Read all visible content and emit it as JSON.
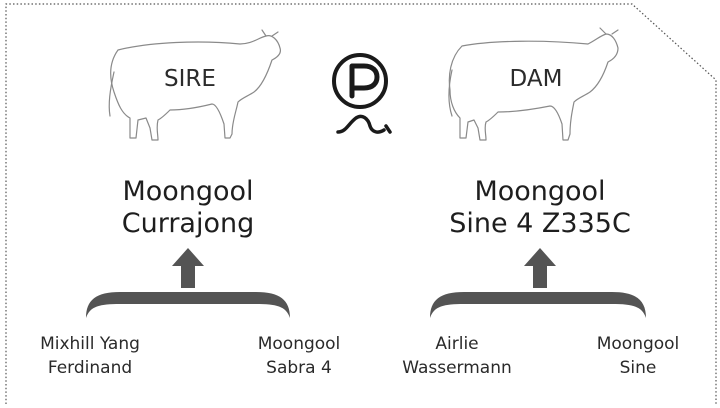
{
  "pedigree": {
    "sire": {
      "tag": "SIRE",
      "name": "Moongool\nCurrajong",
      "parents": [
        "Mixhill Yang\nFerdinand",
        "Moongool\nSabra 4"
      ]
    },
    "dam": {
      "tag": "DAM",
      "name": "Moongool\nSine 4 Z335C",
      "parents": [
        "Airlie\nWassermann",
        "Moongool\nSine"
      ]
    }
  },
  "icons": {
    "center_logo": "polled-p-logo-icon",
    "sire_image": "bull-outline-icon",
    "dam_image": "cow-outline-icon"
  },
  "colors": {
    "border": "#555555",
    "arrow": "#545454",
    "text": "#1e1e1e"
  }
}
